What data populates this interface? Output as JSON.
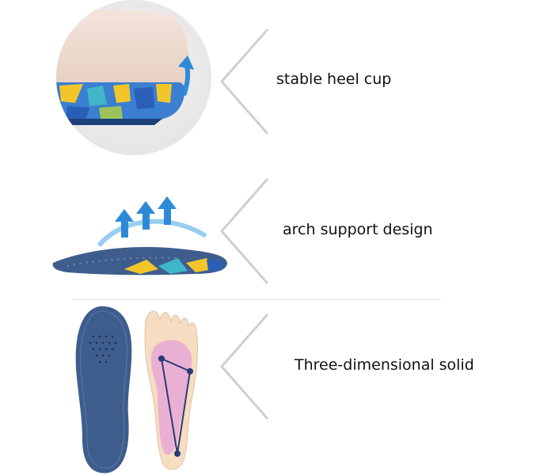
{
  "features": [
    {
      "label": "stable heel cup",
      "icon": "heel-cup-illustration"
    },
    {
      "label": "arch support design",
      "icon": "arch-support-illustration"
    },
    {
      "label": "Three-dimensional solid",
      "icon": "insole-and-foot-illustration"
    }
  ],
  "colors": {
    "chevron": "#cfcfcf",
    "insole_blue": "#3f5d8c",
    "accent_yellow": "#f2c62b",
    "accent_teal": "#3fb6c9",
    "arrow_blue": "#2e8ad8",
    "foot_skin": "#f6dcc0",
    "pressure_pink": "#e7a8d6"
  }
}
